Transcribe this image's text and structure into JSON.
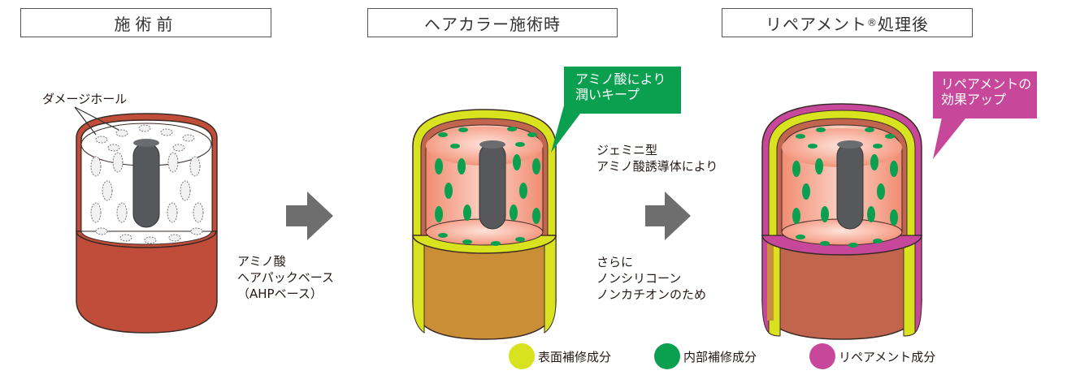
{
  "stages": [
    {
      "title": "施術前",
      "title_sup": ""
    },
    {
      "title": "ヘアカラー施術時",
      "title_sup": ""
    },
    {
      "title": "リペアメント",
      "title_sup": "®",
      "title_suffix": "処理後"
    }
  ],
  "labels": {
    "damage_hole": "ダメージホール",
    "callout_green": [
      "アミノ酸により",
      "潤いキープ"
    ],
    "callout_pink": [
      "リペアメントの",
      "効果アップ"
    ],
    "step1_text": [
      "アミノ酸",
      "ヘアパックベース",
      "（AHPベース）"
    ],
    "step2_text_top": [
      "ジェミニ型",
      "アミノ酸誘導体により"
    ],
    "step2_text_bottom": [
      "さらに",
      "ノンシリコーン",
      "ノンカチオンのため"
    ]
  },
  "legend": [
    {
      "label": "表面補修成分",
      "color": "#d9e21f"
    },
    {
      "label": "内部補修成分",
      "color": "#0aa050"
    },
    {
      "label": "リペアメント成分",
      "color": "#c7489b"
    }
  ],
  "colors": {
    "arrow": "#6e6e6e",
    "callout_green": "#0aa050",
    "callout_pink": "#c7489b",
    "hair_outer_before": "#c0503c",
    "hair_outer_color": "#c98e36",
    "hair_outer_after": "#c1654f",
    "core": "#57585b"
  }
}
